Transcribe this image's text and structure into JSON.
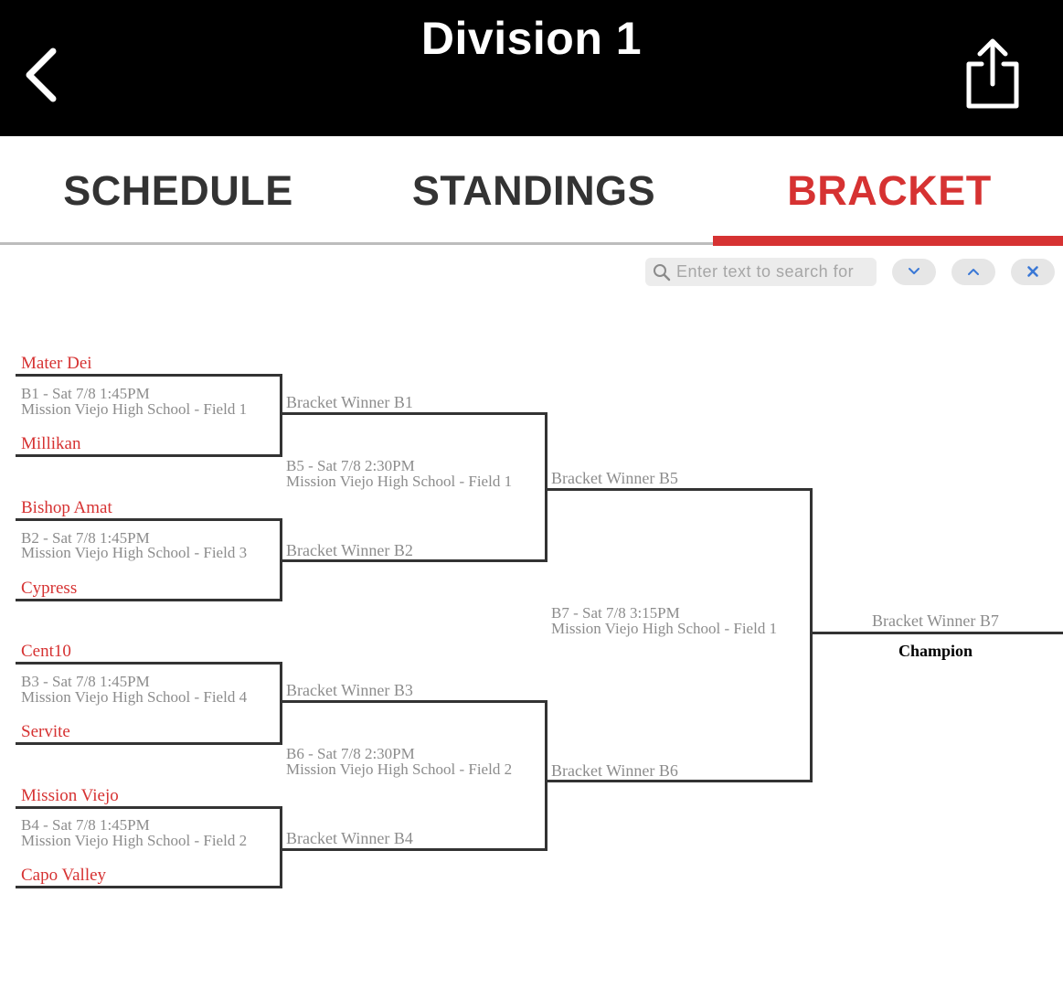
{
  "header": {
    "title": "Division 1",
    "back_icon": "chevron-left-icon",
    "share_icon": "share-icon"
  },
  "tabs": [
    {
      "label": "SCHEDULE",
      "active": false
    },
    {
      "label": "STANDINGS",
      "active": false
    },
    {
      "label": "BRACKET",
      "active": true
    }
  ],
  "search": {
    "placeholder": "Enter text to search for",
    "value": ""
  },
  "colors": {
    "accent": "#d63232",
    "navbar": "#000000",
    "line": "#333333",
    "muted": "#8c8c8c"
  },
  "bracket": {
    "round1": [
      {
        "team1": "Mater Dei",
        "info_line1": "B1 - Sat 7/8 1:45PM",
        "info_line2": "Mission Viejo High School - Field 1",
        "team2": "Millikan"
      },
      {
        "team1": "Bishop Amat",
        "info_line1": "B2 - Sat 7/8 1:45PM",
        "info_line2": "Mission Viejo High School - Field 3",
        "team2": "Cypress"
      },
      {
        "team1": "Cent10",
        "info_line1": "B3 - Sat 7/8 1:45PM",
        "info_line2": "Mission Viejo High School - Field 4",
        "team2": "Servite"
      },
      {
        "team1": "Mission Viejo",
        "info_line1": "B4 - Sat 7/8 1:45PM",
        "info_line2": "Mission Viejo High School - Field 2",
        "team2": "Capo Valley"
      }
    ],
    "round2": [
      {
        "top": "Bracket Winner B1",
        "info_line1": "B5 - Sat 7/8 2:30PM",
        "info_line2": "Mission Viejo High School - Field 1",
        "bottom": "Bracket Winner B2"
      },
      {
        "top": "Bracket Winner B3",
        "info_line1": "B6 - Sat 7/8 2:30PM",
        "info_line2": "Mission Viejo High School - Field 2",
        "bottom": "Bracket Winner B4"
      }
    ],
    "round3": {
      "top": "Bracket Winner B5",
      "info_line1": "B7 - Sat 7/8 3:15PM",
      "info_line2": "Mission Viejo High School - Field 1",
      "bottom": "Bracket Winner B6"
    },
    "final": {
      "winner": "Bracket Winner B7",
      "label": "Champion"
    }
  }
}
